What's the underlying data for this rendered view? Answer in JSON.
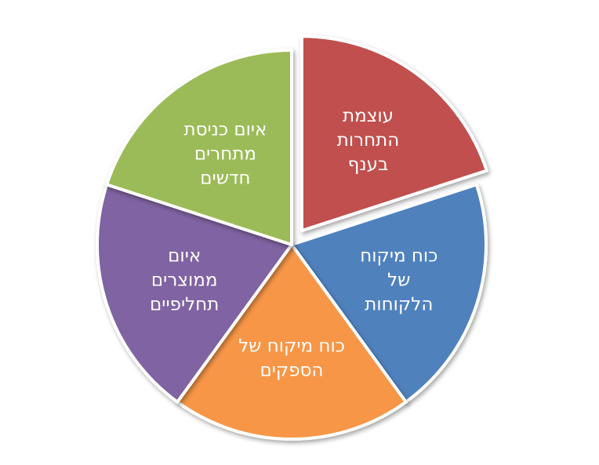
{
  "diagram": {
    "segments": [
      {
        "id": "rivalry",
        "lines": [
          "עוצמת",
          "התחרות",
          "בענף"
        ],
        "color": "#C0504D",
        "value": 1
      },
      {
        "id": "buyers",
        "lines": [
          "כוח מיקוח",
          "של",
          "הלקוחות"
        ],
        "color": "#4F81BD",
        "value": 1
      },
      {
        "id": "suppliers",
        "lines": [
          "כוח מיקוח של",
          "הספקים"
        ],
        "color": "#F79646",
        "value": 1
      },
      {
        "id": "substitutes",
        "lines": [
          "איום",
          "ממוצרים",
          "תחליפיים"
        ],
        "color": "#8064A2",
        "value": 1
      },
      {
        "id": "new-entrants",
        "lines": [
          "איום כניסת",
          "מתחרים",
          "חדשים"
        ],
        "color": "#9BBB59",
        "value": 1
      }
    ],
    "exploded": "rivalry"
  }
}
